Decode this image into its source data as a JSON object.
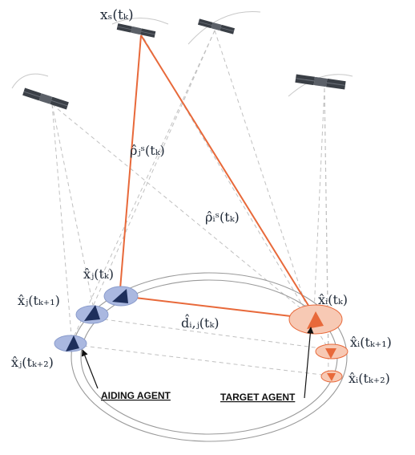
{
  "labels": {
    "satellite_state": "xₛ(tₖ)",
    "range_j": "ρ̂ⱼˢ(tₖ)",
    "range_i": "ρ̂ᵢˢ(tₖ)",
    "aiding_state_k": "x̂ⱼ(tₖ)",
    "aiding_state_k1": "x̂ⱼ(tₖ₊₁)",
    "aiding_state_k2": "x̂ⱼ(tₖ₊₂)",
    "target_state_k": "x̂ᵢ(tₖ)",
    "target_state_k1": "x̂ᵢ(tₖ₊₁)",
    "target_state_k2": "x̂ᵢ(tₖ₊₂)",
    "inter_agent_distance": "d̂ᵢ,ⱼ(tₖ)",
    "aiding_agent": "AIDING AGENT",
    "target_agent": "TARGET AGENT"
  },
  "icons": {
    "satellite": "satellite-icon",
    "aiding_marker": "blue-triangle-marker",
    "target_marker": "orange-triangle-marker"
  },
  "colors": {
    "orange": "#e8693a",
    "orange_fill": "#f7c9b4",
    "blue_dark": "#1e2f5c",
    "blue_fill": "#aab8e0",
    "dashed": "#c0c0c0",
    "track": "#9a9a9a"
  }
}
